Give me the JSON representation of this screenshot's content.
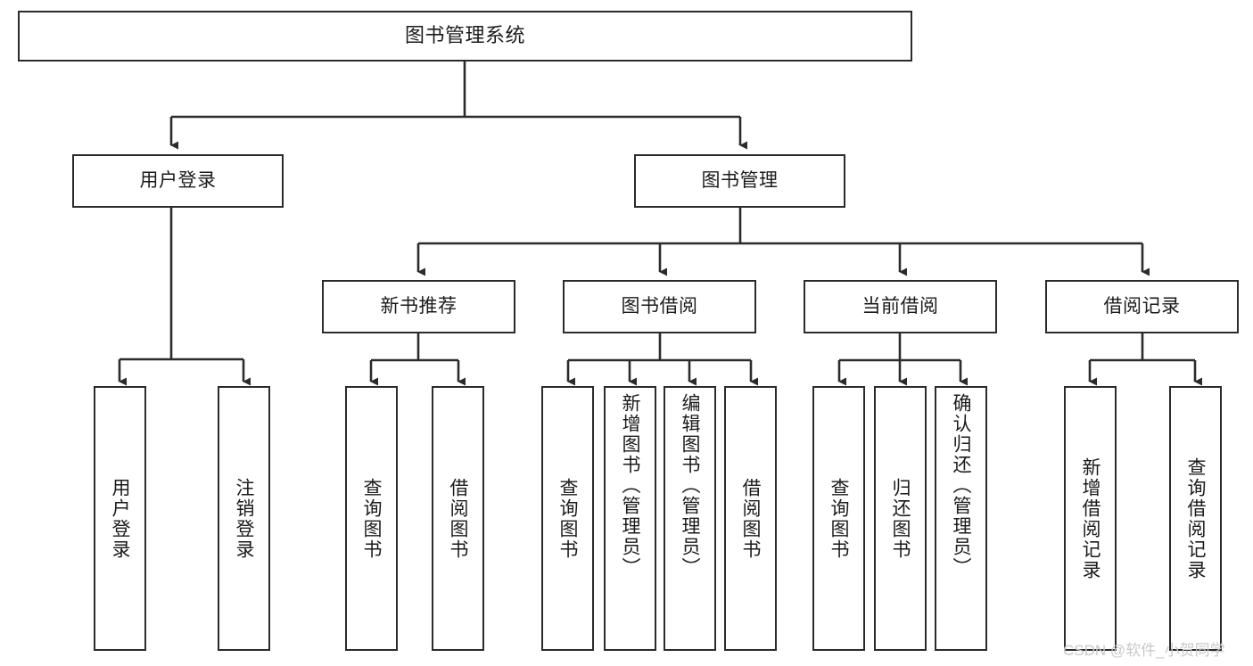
{
  "diagram": {
    "type": "tree-hierarchy-chart",
    "title": "图书管理系统",
    "orientation": "top-down",
    "line_color": "#2b2b2b",
    "box_fill": "#ffffff",
    "box_border": "#2b2b2b",
    "text_color": "#1b1b1b"
  },
  "nodes": {
    "root": {
      "label": "图书管理系统"
    },
    "level2": [
      {
        "label": "用户登录"
      },
      {
        "label": "图书管理"
      }
    ],
    "level3": [
      {
        "label": "新书推荐"
      },
      {
        "label": "图书借阅"
      },
      {
        "label": "当前借阅"
      },
      {
        "label": "借阅记录"
      }
    ],
    "leaves": {
      "user_login": [
        {
          "label": "用户登录"
        },
        {
          "label": "注销登录"
        }
      ],
      "new_book_recommend": [
        {
          "label": "查询图书"
        },
        {
          "label": "借阅图书"
        }
      ],
      "book_borrow": [
        {
          "label": "查询图书"
        },
        {
          "label": "新增图书（管理员）"
        },
        {
          "label": "编辑图书（管理员）"
        },
        {
          "label": "借阅图书"
        }
      ],
      "current_borrow": [
        {
          "label": "查询图书"
        },
        {
          "label": "归还图书"
        },
        {
          "label": "确认归还（管理员）"
        }
      ],
      "borrow_record": [
        {
          "label": "新增借阅记录"
        },
        {
          "label": "查询借阅记录"
        }
      ]
    }
  },
  "watermark": {
    "text": "CSDN @软件_小贺同学",
    "color": "#c9c9c9"
  }
}
